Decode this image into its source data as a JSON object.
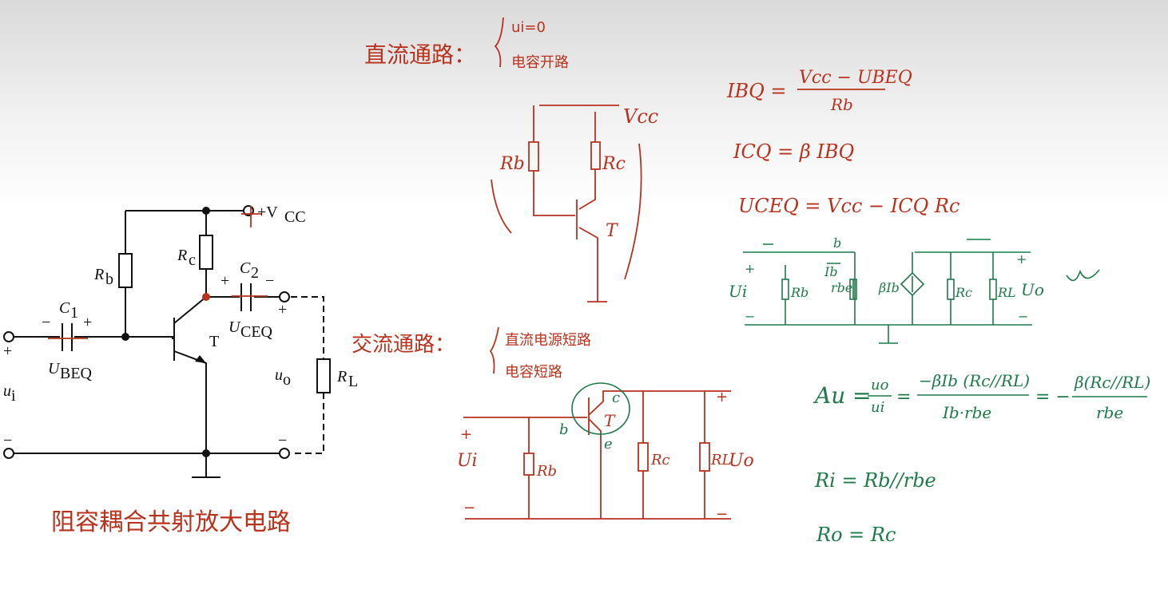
{
  "printed_circuit": {
    "labels": {
      "vcc": "+V",
      "vcc_sub": "CC",
      "rb": "R",
      "rb_sub": "b",
      "rc": "R",
      "rc_sub": "c",
      "c1": "C",
      "c1_sub": "1",
      "c2": "C",
      "c2_sub": "2",
      "t": "T",
      "rl": "R",
      "rl_sub": "L",
      "ubeq": "U",
      "ubeq_sub": "BEQ",
      "uceq": "U",
      "uceq_sub": "CEQ",
      "ui": "u",
      "ui_sub": "i",
      "uo": "u",
      "uo_sub": "o",
      "plus": "+",
      "minus": "−"
    },
    "title": "阻容耦合共射放大电路"
  },
  "dc_path": {
    "heading": "直流通路：",
    "rules": [
      "ui=0",
      "电容开路"
    ],
    "labels": {
      "vcc": "Vcc",
      "rb": "Rb",
      "rc": "Rc",
      "t": "T"
    }
  },
  "ac_path": {
    "heading": "交流通路：",
    "rules": [
      "直流电源短路",
      "电容短路"
    ],
    "labels": {
      "b": "b",
      "c": "c",
      "e": "e",
      "t": "T",
      "rb": "Rb",
      "rc": "Rc",
      "rl": "RL",
      "ui": "Ui",
      "uo": "Uo",
      "plus": "+",
      "minus": "−"
    }
  },
  "equations": {
    "ibq_lhs": "IBQ =",
    "ibq_num": "Vcc − UBEQ",
    "ibq_den": "Rb",
    "icq": "ICQ = β IBQ",
    "uceq": "UCEQ = Vcc − ICQ Rc",
    "au_lhs": "Au =",
    "au_f1_num": "uo",
    "au_f1_den": "ui",
    "au_eq": "=",
    "au_f2_num": "−βIb (Rc//RL)",
    "au_f2_den": "Ib·rbe",
    "au_eq2": "= −",
    "au_f3_num": "β(Rc//RL)",
    "au_f3_den": "rbe",
    "ri": "Ri = Rb//rbe",
    "ro": "Ro = Rc"
  },
  "small_signal": {
    "labels": {
      "b": "b",
      "ib": "Ib",
      "ui": "Ui",
      "rb": "Rb",
      "rbe": "rbe",
      "src": "βIb",
      "rc": "Rc",
      "rl": "RL",
      "uo": "Uo",
      "plus": "+",
      "minus": "−"
    }
  },
  "colors": {
    "ink_red": "#b8321e",
    "ink_green": "#1f7a4a",
    "printed": "#111111"
  }
}
